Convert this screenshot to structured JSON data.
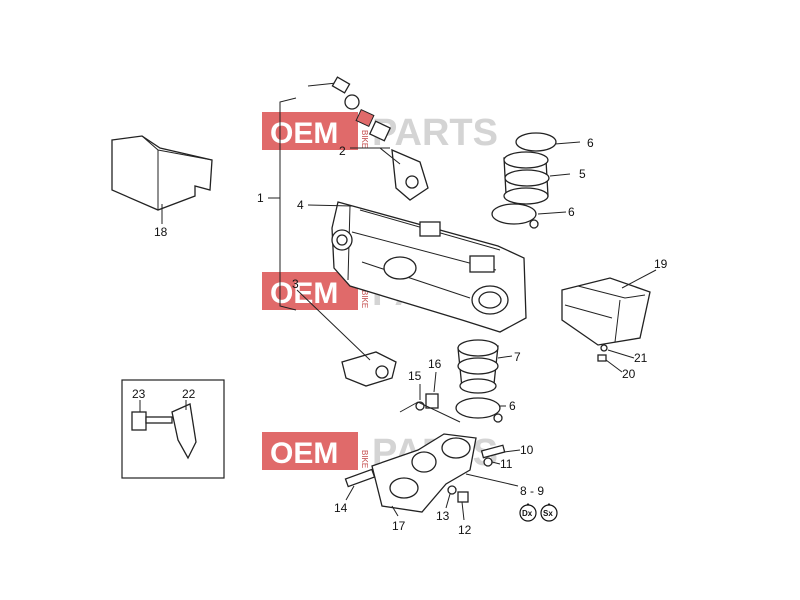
{
  "watermark": {
    "oem": "OEM",
    "parts": "PARTS",
    "vertical": "BIKE",
    "red": "#e06a6a"
  },
  "labels": {
    "l1": "1",
    "l2": "2",
    "l3": "3",
    "l4": "4",
    "l5": "5",
    "l6a": "6",
    "l6b": "6",
    "l6c": "6",
    "l7": "7",
    "l89": "8 - 9",
    "l10": "10",
    "l11": "11",
    "l12": "12",
    "l13": "13",
    "l14": "14",
    "l15": "15",
    "l16": "16",
    "l17": "17",
    "l18": "18",
    "l19": "19",
    "l20": "20",
    "l21": "21",
    "l22": "22",
    "l23": "23"
  },
  "badges": {
    "dx": "Dx",
    "sx": "Sx"
  }
}
